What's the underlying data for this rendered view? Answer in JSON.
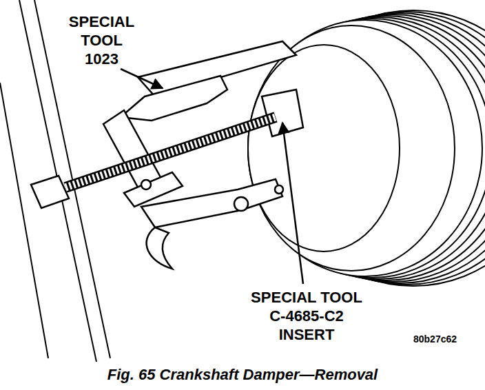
{
  "diagram": {
    "caption": "Fig. 65 Crankshaft Damper—Removal",
    "labels": [
      "SPECIAL TOOL 1023",
      "SPECIAL TOOL C-4685-C2 INSERT",
      "80b27c62"
    ]
  }
}
